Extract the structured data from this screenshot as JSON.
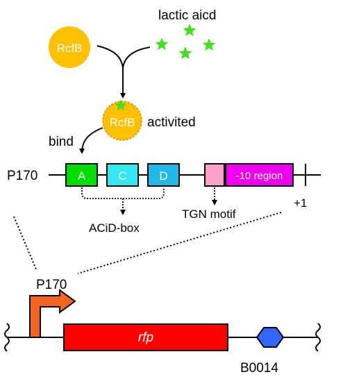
{
  "labels": {
    "rcfb": "RcfB",
    "rcfb_bound": "RcfB",
    "inducer": "lactic aicd",
    "activated": "activited",
    "bind": "bind",
    "promoter_name": "P170",
    "promoter_name_lower": "P170",
    "box_a": "A",
    "box_c": "C",
    "box_d": "D",
    "minus10": "-10 region",
    "tgn": "TGN motif",
    "acid_box": "ACiD-box",
    "plus1": "+1",
    "gene": "rfp",
    "terminator": "B0014"
  },
  "colors": {
    "rcfb_fill": "#FFC000",
    "star": "#44DD22",
    "box_a": "#00DD00",
    "box_c": "#33E8F0",
    "box_d": "#22B8E8",
    "tgn_box": "#F8A0C8",
    "minus10_box": "#EE00EE",
    "promoter_arrow": "#F26522",
    "gene": "#FF0000",
    "terminator": "#3366FF"
  }
}
